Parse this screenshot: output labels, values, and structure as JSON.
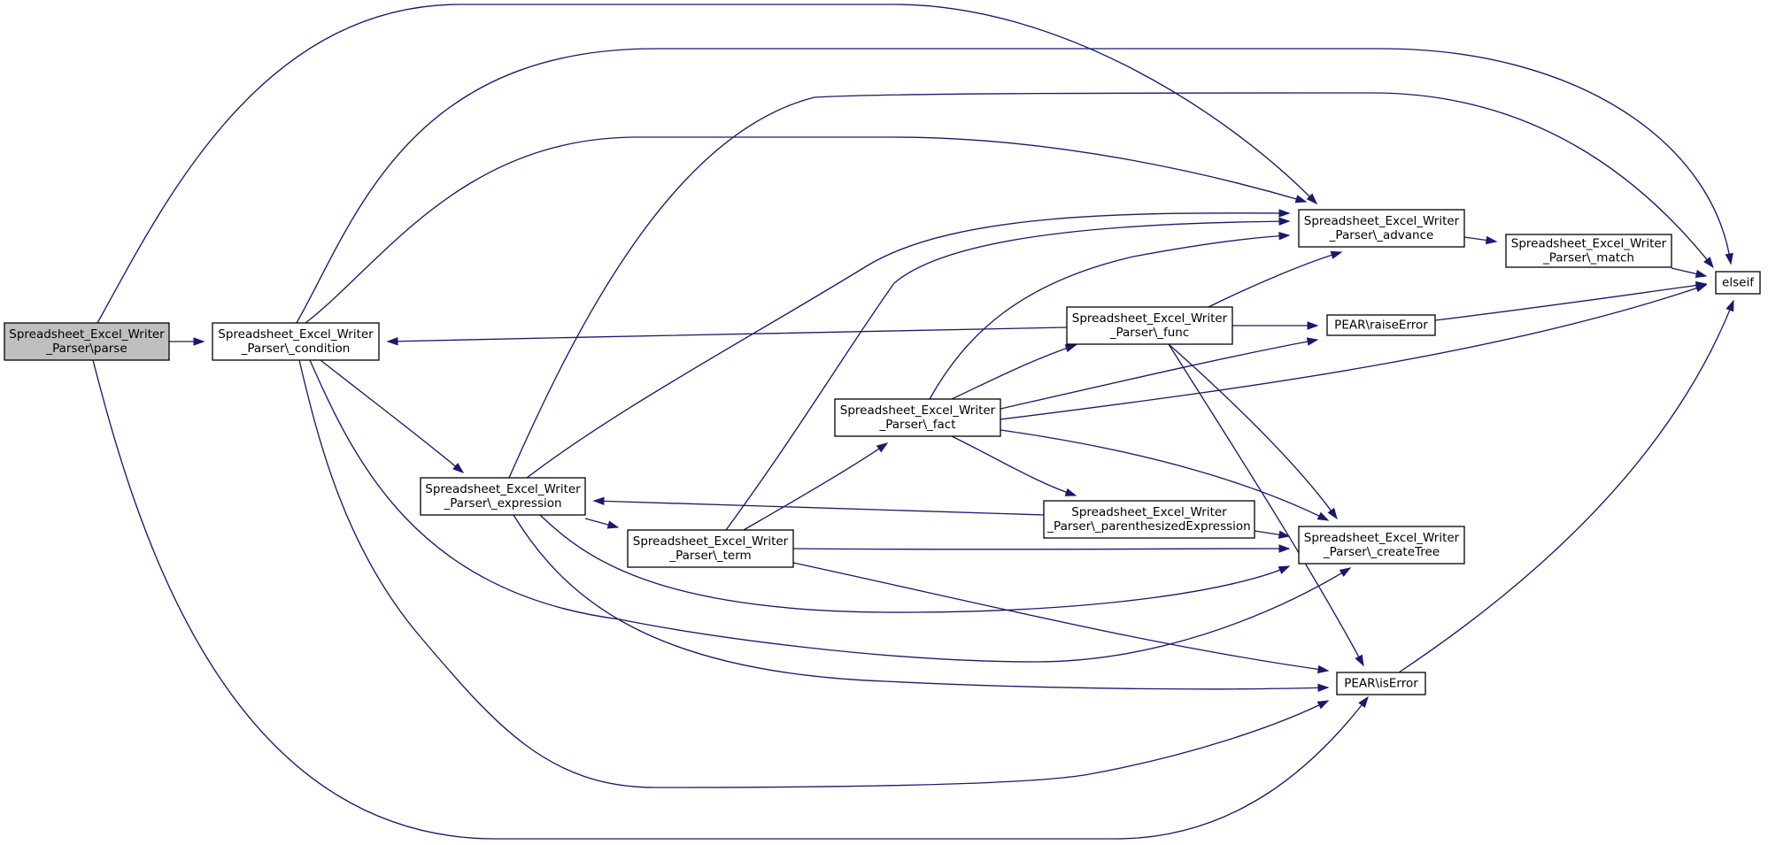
{
  "nodes": [
    {
      "id": "parse",
      "lines": [
        "Spreadsheet_Excel_Writer",
        "_Parser\\parse"
      ]
    },
    {
      "id": "condition",
      "lines": [
        "Spreadsheet_Excel_Writer",
        "_Parser\\_condition"
      ]
    },
    {
      "id": "expression",
      "lines": [
        "Spreadsheet_Excel_Writer",
        "_Parser\\_expression"
      ]
    },
    {
      "id": "term",
      "lines": [
        "Spreadsheet_Excel_Writer",
        "_Parser\\_term"
      ]
    },
    {
      "id": "fact",
      "lines": [
        "Spreadsheet_Excel_Writer",
        "_Parser\\_fact"
      ]
    },
    {
      "id": "func",
      "lines": [
        "Spreadsheet_Excel_Writer",
        "_Parser\\_func"
      ]
    },
    {
      "id": "parenthesized",
      "lines": [
        "Spreadsheet_Excel_Writer",
        "_Parser\\_parenthesizedExpression"
      ]
    },
    {
      "id": "advance",
      "lines": [
        "Spreadsheet_Excel_Writer",
        "_Parser\\_advance"
      ]
    },
    {
      "id": "createtree",
      "lines": [
        "Spreadsheet_Excel_Writer",
        "_Parser\\_createTree"
      ]
    },
    {
      "id": "match",
      "lines": [
        "Spreadsheet_Excel_Writer",
        "_Parser\\_match"
      ]
    },
    {
      "id": "raiseerror",
      "lines": [
        "PEAR\\raiseError"
      ]
    },
    {
      "id": "iserror",
      "lines": [
        "PEAR\\isError"
      ]
    },
    {
      "id": "elseif",
      "lines": [
        "elseif"
      ]
    }
  ],
  "edges": [
    {
      "from": "parse",
      "to": "condition"
    },
    {
      "from": "parse",
      "to": "advance"
    },
    {
      "from": "parse",
      "to": "iserror"
    },
    {
      "from": "condition",
      "to": "advance"
    },
    {
      "from": "condition",
      "to": "elseif"
    },
    {
      "from": "condition",
      "to": "expression"
    },
    {
      "from": "condition",
      "to": "createtree"
    },
    {
      "from": "condition",
      "to": "iserror"
    },
    {
      "from": "expression",
      "to": "advance"
    },
    {
      "from": "expression",
      "to": "elseif"
    },
    {
      "from": "expression",
      "to": "term"
    },
    {
      "from": "expression",
      "to": "createtree"
    },
    {
      "from": "expression",
      "to": "iserror"
    },
    {
      "from": "term",
      "to": "advance"
    },
    {
      "from": "term",
      "to": "fact"
    },
    {
      "from": "term",
      "to": "createtree"
    },
    {
      "from": "term",
      "to": "iserror"
    },
    {
      "from": "fact",
      "to": "advance"
    },
    {
      "from": "fact",
      "to": "func"
    },
    {
      "from": "fact",
      "to": "raiseerror"
    },
    {
      "from": "fact",
      "to": "elseif"
    },
    {
      "from": "fact",
      "to": "parenthesized"
    },
    {
      "from": "fact",
      "to": "createtree"
    },
    {
      "from": "func",
      "to": "condition"
    },
    {
      "from": "func",
      "to": "advance"
    },
    {
      "from": "func",
      "to": "raiseerror"
    },
    {
      "from": "func",
      "to": "createtree"
    },
    {
      "from": "func",
      "to": "iserror"
    },
    {
      "from": "parenthesized",
      "to": "expression"
    },
    {
      "from": "parenthesized",
      "to": "createtree"
    },
    {
      "from": "advance",
      "to": "match"
    },
    {
      "from": "match",
      "to": "elseif"
    },
    {
      "from": "raiseerror",
      "to": "elseif"
    },
    {
      "from": "iserror",
      "to": "elseif"
    }
  ]
}
